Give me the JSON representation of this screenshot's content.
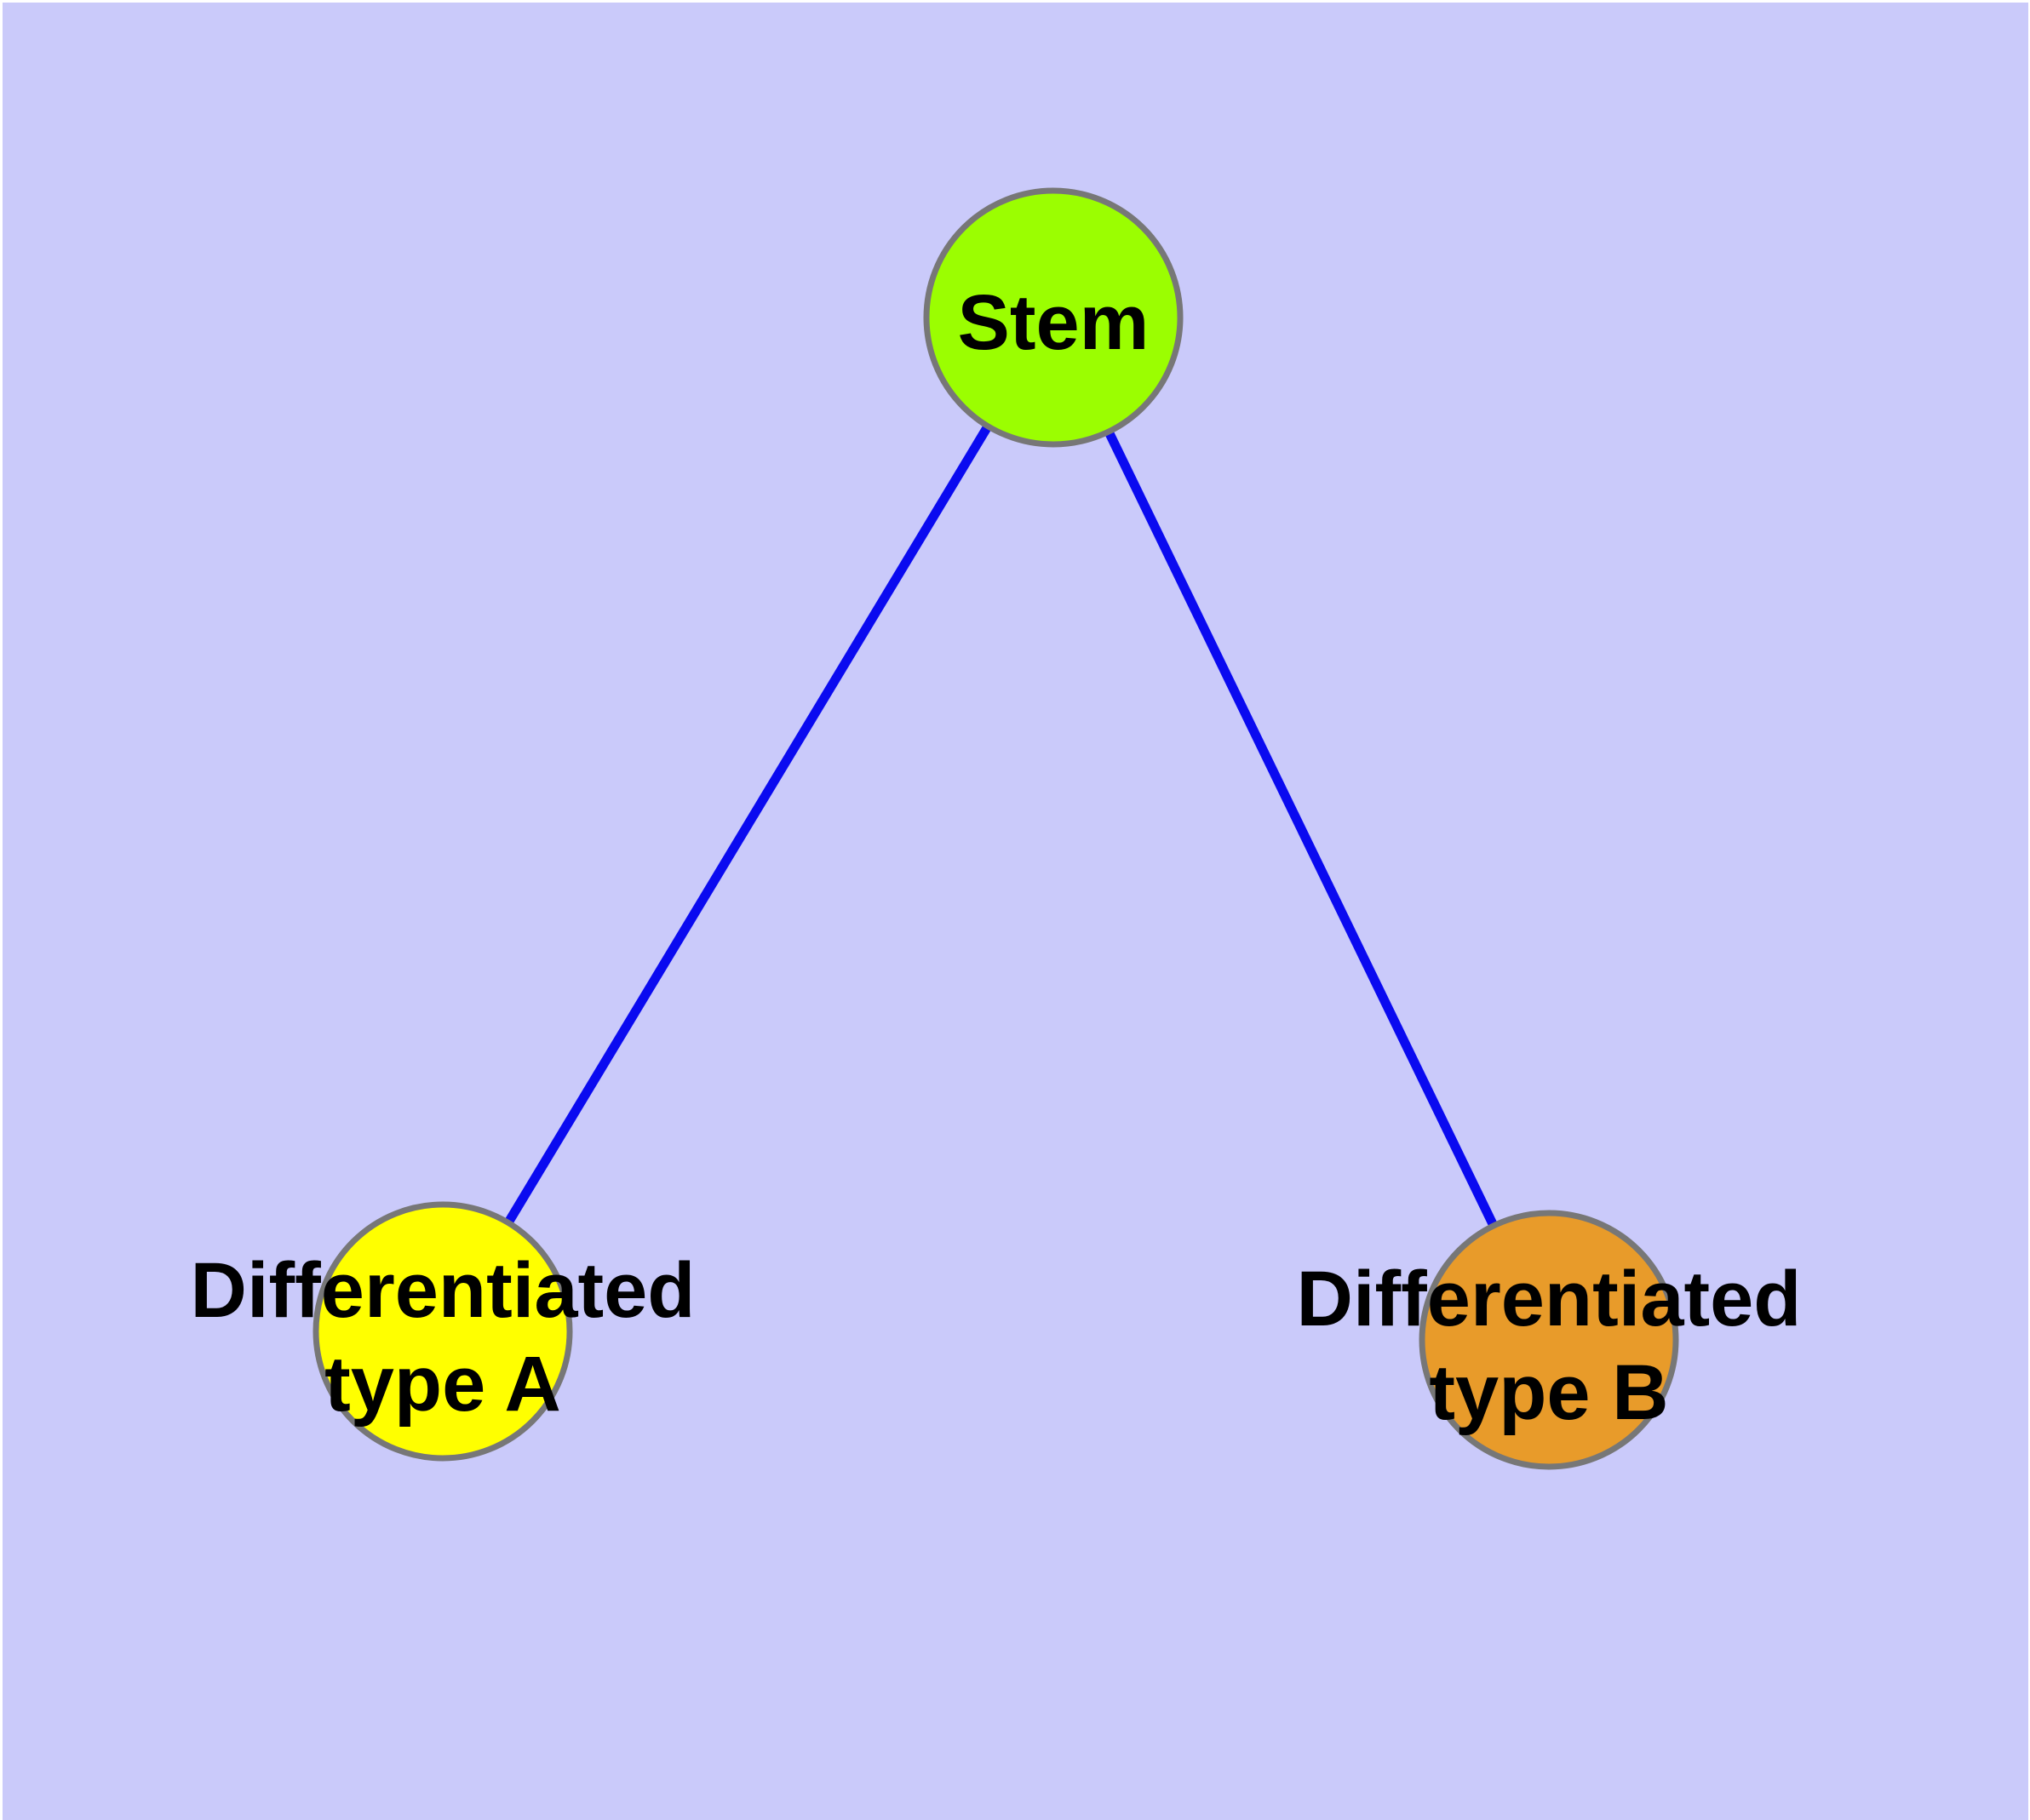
{
  "diagram": {
    "type": "graph",
    "background_color": "#cacafa",
    "frame_color": "#ffffff",
    "edge_color": "#0a0af0",
    "node_border_color": "#777777",
    "label_color": "#000000",
    "nodes": [
      {
        "id": "stem",
        "label": "Stem",
        "color": "#9bfe01"
      },
      {
        "id": "differentiated-type-a",
        "label_line1": "Differentiated",
        "label_line2": "type A",
        "color": "#ffff00"
      },
      {
        "id": "differentiated-type-b",
        "label_line1": "Differentiated",
        "label_line2": "type B",
        "color": "#e89b2a"
      }
    ],
    "edges": [
      {
        "source": "stem",
        "target": "differentiated-type-a"
      },
      {
        "source": "stem",
        "target": "differentiated-type-b"
      }
    ]
  }
}
